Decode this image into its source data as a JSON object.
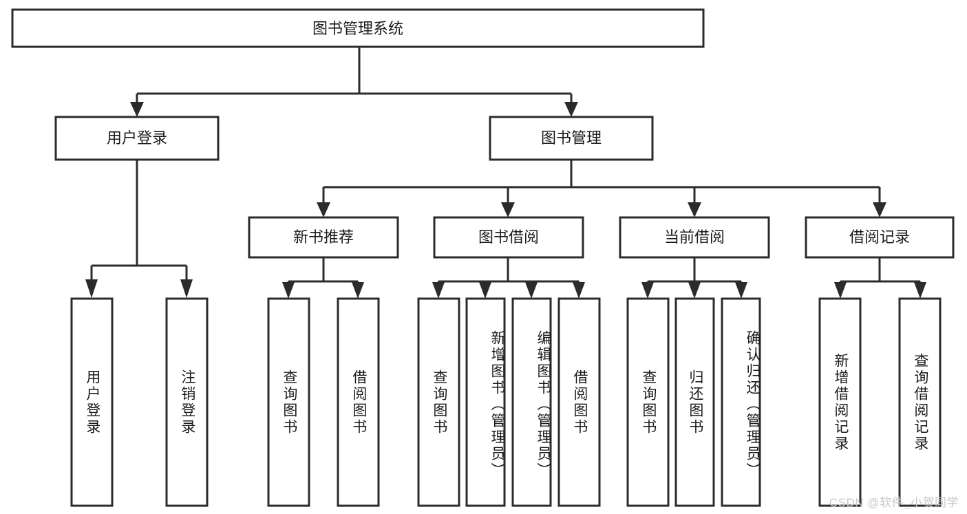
{
  "diagram": {
    "title": "图书管理系统",
    "type": "hierarchy-tree",
    "watermark": "CSDN @软件_小贺同学",
    "colors": {
      "background": "#ffffff",
      "box_stroke": "#2b2b2b",
      "box_fill": "#ffffff",
      "text": "#1a1a1a",
      "watermark": "#c8c8c8"
    },
    "root": {
      "label": "图书管理系统",
      "orientation": "horizontal"
    },
    "level2": [
      {
        "label": "用户登录",
        "orientation": "horizontal"
      },
      {
        "label": "图书管理",
        "orientation": "horizontal"
      }
    ],
    "level3": [
      {
        "label": "新书推荐",
        "orientation": "horizontal"
      },
      {
        "label": "图书借阅",
        "orientation": "horizontal"
      },
      {
        "label": "当前借阅",
        "orientation": "horizontal"
      },
      {
        "label": "借阅记录",
        "orientation": "horizontal"
      }
    ],
    "leaves": {
      "user_login": [
        {
          "label": "用户登录",
          "orientation": "vertical"
        },
        {
          "label": "注销登录",
          "orientation": "vertical"
        }
      ],
      "new_book_recommend": [
        {
          "label": "查询图书",
          "orientation": "vertical"
        },
        {
          "label": "借阅图书",
          "orientation": "vertical"
        }
      ],
      "book_borrow": [
        {
          "label": "查询图书",
          "orientation": "vertical"
        },
        {
          "label": "新增图书（管理员）",
          "orientation": "vertical"
        },
        {
          "label": "编辑图书（管理员）",
          "orientation": "vertical"
        },
        {
          "label": "借阅图书",
          "orientation": "vertical"
        }
      ],
      "current_borrow": [
        {
          "label": "查询图书",
          "orientation": "vertical"
        },
        {
          "label": "归还图书",
          "orientation": "vertical"
        },
        {
          "label": "确认归还（管理员）",
          "orientation": "vertical"
        }
      ],
      "borrow_record": [
        {
          "label": "新增借阅记录",
          "orientation": "vertical"
        },
        {
          "label": "查询借阅记录",
          "orientation": "vertical"
        }
      ]
    }
  }
}
